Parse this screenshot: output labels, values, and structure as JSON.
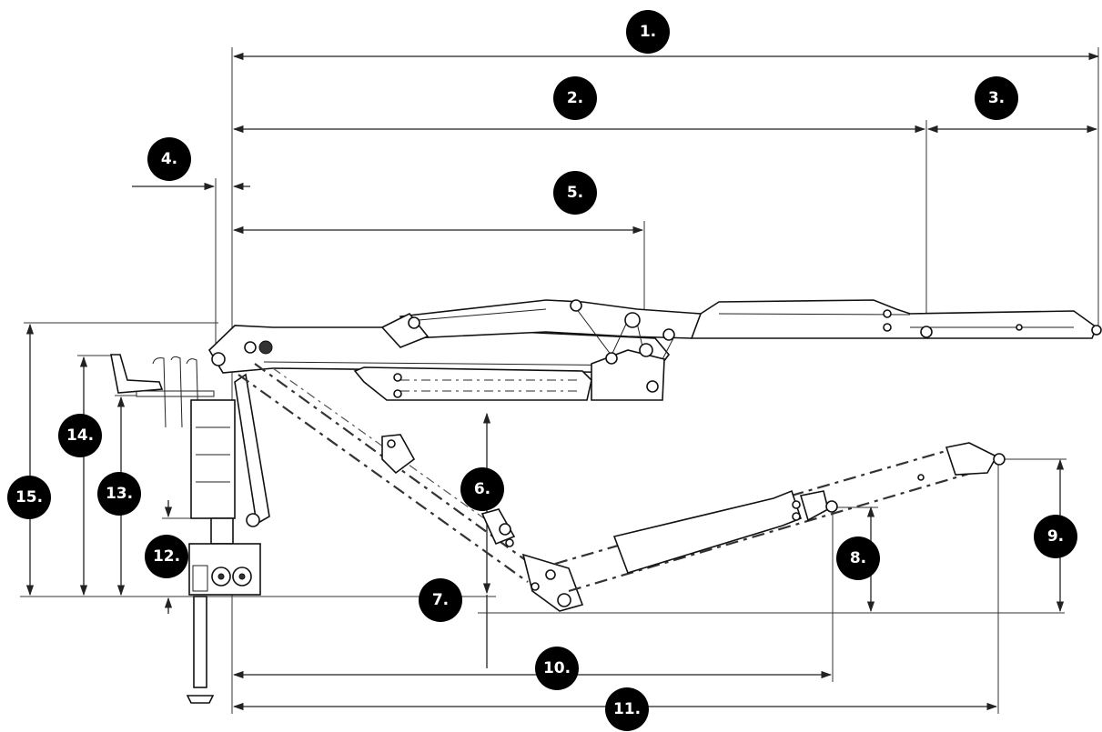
{
  "diagram": {
    "colors": {
      "line": "#222222",
      "badge": "#000000",
      "badge_text": "#ffffff",
      "background": "#ffffff"
    },
    "labels": [
      {
        "id": "1",
        "text": "1."
      },
      {
        "id": "2",
        "text": "2."
      },
      {
        "id": "3",
        "text": "3."
      },
      {
        "id": "4",
        "text": "4."
      },
      {
        "id": "5",
        "text": "5."
      },
      {
        "id": "6",
        "text": "6."
      },
      {
        "id": "7",
        "text": "7."
      },
      {
        "id": "8",
        "text": "8."
      },
      {
        "id": "9",
        "text": "9."
      },
      {
        "id": "10",
        "text": "10."
      },
      {
        "id": "11",
        "text": "11."
      },
      {
        "id": "12",
        "text": "12."
      },
      {
        "id": "13",
        "text": "13."
      },
      {
        "id": "14",
        "text": "14."
      },
      {
        "id": "15",
        "text": "15."
      }
    ]
  }
}
